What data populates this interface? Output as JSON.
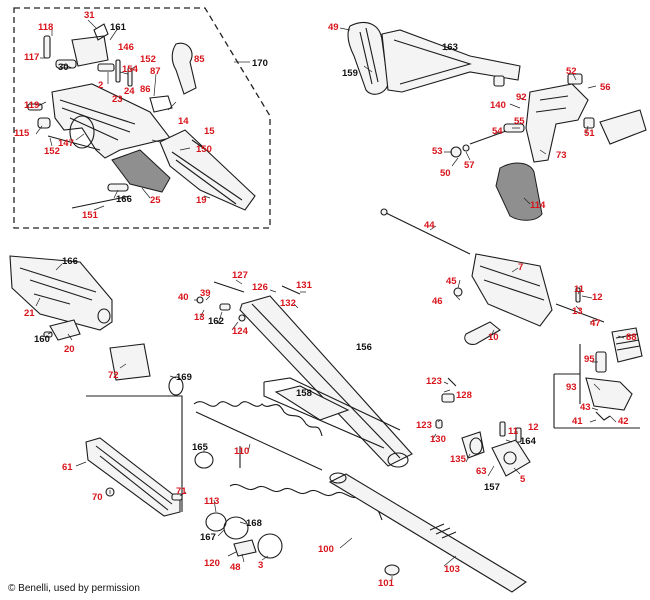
{
  "diagram": {
    "copyright": "© Benelli, used by permission",
    "colors": {
      "red_label": "#d8141b",
      "black_label": "#111111",
      "line": "#1c1c1c"
    },
    "labels": {
      "p118": "118",
      "p31": "31",
      "p161": "161",
      "p146": "146",
      "p117": "117",
      "p30": "30",
      "p152a": "152",
      "p2": "2",
      "p154": "154",
      "p87": "87",
      "p85": "85",
      "p170": "170",
      "p24": "24",
      "p86": "86",
      "p23": "23",
      "p119": "119",
      "p14": "14",
      "p15": "15",
      "p115": "115",
      "p147": "147",
      "p150": "150",
      "p152b": "152",
      "p166a": "166",
      "p25": "25",
      "p19": "19",
      "p151": "151",
      "p49": "49",
      "p163": "163",
      "p159": "159",
      "p52": "52",
      "p56": "56",
      "p140": "140",
      "p92": "92",
      "p54": "54",
      "p55": "55",
      "p51": "51",
      "p53": "53",
      "p57": "57",
      "p50": "50",
      "p73": "73",
      "p114": "114",
      "p44": "44",
      "p7": "7",
      "p45": "45",
      "p46": "46",
      "p11": "11",
      "p12a": "12",
      "p13a": "13",
      "p47": "47",
      "p10": "10",
      "p88": "88",
      "p95": "95",
      "p93": "93",
      "p43": "43",
      "p41": "41",
      "p42": "42",
      "p166b": "166",
      "p21": "21",
      "p160": "160",
      "p20": "20",
      "p72": "72",
      "p169": "169",
      "p127": "127",
      "p126": "126",
      "p131": "131",
      "p40": "40",
      "p39": "39",
      "p132": "132",
      "p13b": "13",
      "p162": "162",
      "p124": "124",
      "p156": "156",
      "p158": "158",
      "p123a": "123",
      "p128": "128",
      "p123b": "123",
      "p130": "130",
      "p11b": "11",
      "p12b": "12",
      "p164": "164",
      "p135": "135",
      "p63": "63",
      "p157": "157",
      "p5": "5",
      "p61": "61",
      "p165": "165",
      "p110": "110",
      "p70": "70",
      "p71": "71",
      "p113": "113",
      "p168": "168",
      "p167": "167",
      "p120": "120",
      "p48": "48",
      "p3": "3",
      "p100": "100",
      "p101": "101",
      "p103": "103"
    }
  }
}
